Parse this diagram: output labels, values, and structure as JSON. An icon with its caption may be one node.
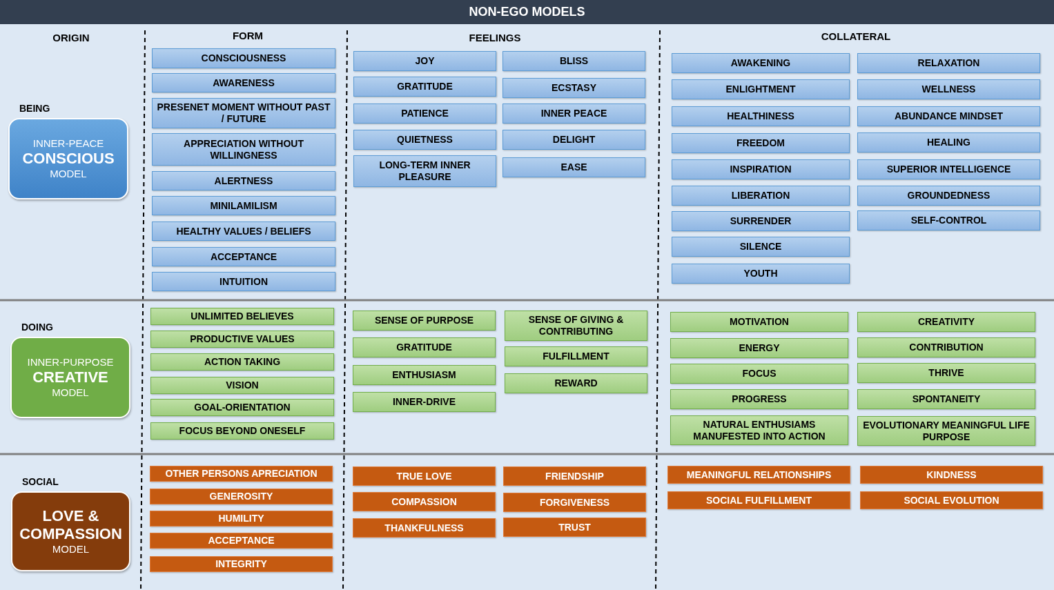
{
  "diagram": {
    "title": "NON-EGO MODELS",
    "labels": [
      "ORIGIN",
      "FORM",
      "FEELINGS",
      "COLLATERAL"
    ],
    "nodes": [
      {
        "text": [
          "BEING",
          "INNER-PEACE",
          "CONSCIOUS",
          "MODEL"
        ]
      },
      {
        "text": [
          "CONSCIOUSNESS"
        ]
      },
      {
        "text": [
          "AWARENESS"
        ]
      },
      {
        "text": [
          "PRESENET MOMENT WITHOUT PAST / FUTURE"
        ]
      },
      {
        "text": [
          "APPRECIATION WITHOUT WILLINGNESS"
        ]
      },
      {
        "text": [
          "ALERTNESS"
        ]
      },
      {
        "text": [
          "MINILAMILISM"
        ]
      },
      {
        "text": [
          "HEALTHY VALUES / BELIEFS"
        ]
      },
      {
        "text": [
          "ACCEPTANCE"
        ]
      },
      {
        "text": [
          "INTUITION"
        ]
      },
      {
        "text": [
          "JOY"
        ]
      },
      {
        "text": [
          "GRATITUDE"
        ]
      },
      {
        "text": [
          "PATIENCE"
        ]
      },
      {
        "text": [
          "QUIETNESS"
        ]
      },
      {
        "text": [
          "LONG-TERM INNER PLEASURE"
        ]
      },
      {
        "text": [
          "BLISS"
        ]
      },
      {
        "text": [
          "ECSTASY"
        ]
      },
      {
        "text": [
          "INNER PEACE"
        ]
      },
      {
        "text": [
          "DELIGHT"
        ]
      },
      {
        "text": [
          "EASE"
        ]
      },
      {
        "text": [
          "AWAKENING"
        ]
      },
      {
        "text": [
          "ENLIGHTMENT"
        ]
      },
      {
        "text": [
          "HEALTHINESS"
        ]
      },
      {
        "text": [
          "FREEDOM"
        ]
      },
      {
        "text": [
          "INSPIRATION"
        ]
      },
      {
        "text": [
          "LIBERATION"
        ]
      },
      {
        "text": [
          "SURRENDER"
        ]
      },
      {
        "text": [
          "SILENCE"
        ]
      },
      {
        "text": [
          "YOUTH"
        ]
      },
      {
        "text": [
          "RELAXATION"
        ]
      },
      {
        "text": [
          "WELLNESS"
        ]
      },
      {
        "text": [
          "ABUNDANCE MINDSET"
        ]
      },
      {
        "text": [
          "HEALING"
        ]
      },
      {
        "text": [
          "SUPERIOR INTELLIGENCE"
        ]
      },
      {
        "text": [
          "GROUNDEDNESS"
        ]
      },
      {
        "text": [
          "SELF-CONTROL"
        ]
      },
      {
        "text": [
          "DOING",
          "INNER-PURPOSE",
          "CREATIVE",
          "MODEL"
        ]
      },
      {
        "text": [
          "UNLIMITED BELIEVES"
        ]
      },
      {
        "text": [
          "PRODUCTIVE VALUES"
        ]
      },
      {
        "text": [
          "ACTION TAKING"
        ]
      },
      {
        "text": [
          "VISION"
        ]
      },
      {
        "text": [
          "GOAL-ORIENTATION"
        ]
      },
      {
        "text": [
          "FOCUS BEYOND ONESELF"
        ]
      },
      {
        "text": [
          "SENSE OF PURPOSE"
        ]
      },
      {
        "text": [
          "GRATITUDE"
        ]
      },
      {
        "text": [
          "ENTHUSIASM"
        ]
      },
      {
        "text": [
          "INNER-DRIVE"
        ]
      },
      {
        "text": [
          "SENSE OF GIVING & CONTRIBUTING"
        ]
      },
      {
        "text": [
          "FULFILLMENT"
        ]
      },
      {
        "text": [
          "REWARD"
        ]
      },
      {
        "text": [
          "MOTIVATION"
        ]
      },
      {
        "text": [
          "ENERGY"
        ]
      },
      {
        "text": [
          "FOCUS"
        ]
      },
      {
        "text": [
          "PROGRESS"
        ]
      },
      {
        "text": [
          "NATURAL ENTHUSIAMS MANUFESTED INTO ACTION"
        ]
      },
      {
        "text": [
          "CREATIVITY"
        ]
      },
      {
        "text": [
          "CONTRIBUTION"
        ]
      },
      {
        "text": [
          "THRIVE"
        ]
      },
      {
        "text": [
          "SPONTANEITY"
        ]
      },
      {
        "text": [
          "EVOLUTIONARY MEANINGFUL LIFE PURPOSE"
        ]
      },
      {
        "text": [
          "SOCIAL",
          "LOVE & COMPASSION",
          "MODEL"
        ]
      },
      {
        "text": [
          "OTHER PERSONS APRECIATION"
        ]
      },
      {
        "text": [
          "GENEROSITY"
        ]
      },
      {
        "text": [
          "HUMILITY"
        ]
      },
      {
        "text": [
          "ACCEPTANCE"
        ]
      },
      {
        "text": [
          "INTEGRITY"
        ]
      },
      {
        "text": [
          "TRUE LOVE"
        ]
      },
      {
        "text": [
          "COMPASSION"
        ]
      },
      {
        "text": [
          "THANKFULNESS"
        ]
      },
      {
        "text": [
          "FRIENDSHIP"
        ]
      },
      {
        "text": [
          "FORGIVENESS"
        ]
      },
      {
        "text": [
          "TRUST"
        ]
      },
      {
        "text": [
          "MEANINGFUL RELATIONSHIPS"
        ]
      },
      {
        "text": [
          "SOCIAL FULFILLMENT"
        ]
      },
      {
        "text": [
          "KINDNESS"
        ]
      },
      {
        "text": [
          "SOCIAL EVOLUTION"
        ]
      }
    ]
  }
}
